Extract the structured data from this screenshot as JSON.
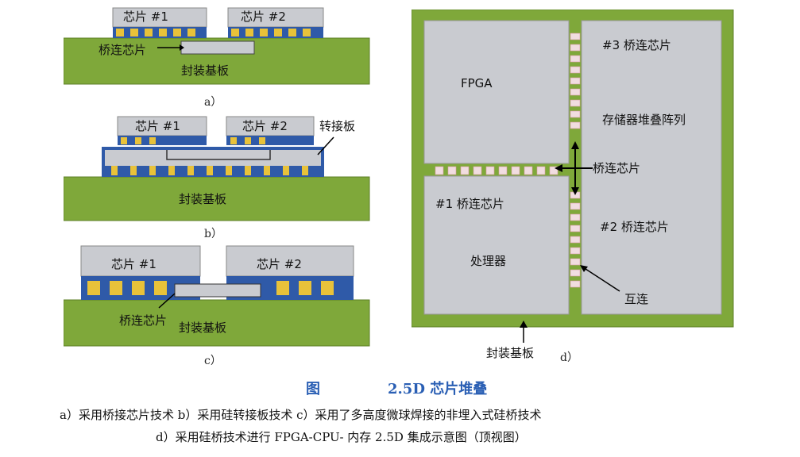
{
  "panel_a": {
    "chip1": "芯片 #1",
    "chip2": "芯片 #2",
    "bridge": "桥连芯片",
    "substrate": "封装基板",
    "caption": "a）"
  },
  "panel_b": {
    "chip1": "芯片 #1",
    "chip2": "芯片 #2",
    "interposer": "转接板",
    "substrate": "封装基板",
    "caption": "b）"
  },
  "panel_c": {
    "chip1": "芯片 #1",
    "chip2": "芯片 #2",
    "bridge": "桥连芯片",
    "substrate": "封装基板",
    "caption": "c）"
  },
  "panel_d": {
    "fpga": "FPGA",
    "bridge3": "#3 桥连芯片",
    "memory": "存储器堆叠阵列",
    "bridge_center": "桥连芯片",
    "bridge1": "#1 桥连芯片",
    "bridge2": "#2 桥连芯片",
    "processor": "处理器",
    "interconnect": "互连",
    "substrate": "封装基板",
    "caption": "d）"
  },
  "figure": {
    "label": "图",
    "title": "2.5D 芯片堆叠",
    "line1": "a）采用桥接芯片技术   b）采用硅转接板技术   c）采用了多高度微球焊接的非埋入式硅桥技术",
    "line2": "d）采用硅桥技术进行 FPGA-CPU- 内存 2.5D 集成示意图（顶视图）"
  },
  "colors": {
    "substrate_green": "#7fa83a",
    "chip_gray": "#c9cbd0",
    "bump_yellow": "#e8c23a",
    "underfill_blue": "#2f5aa8",
    "caption_blue": "#2a5fb4"
  }
}
